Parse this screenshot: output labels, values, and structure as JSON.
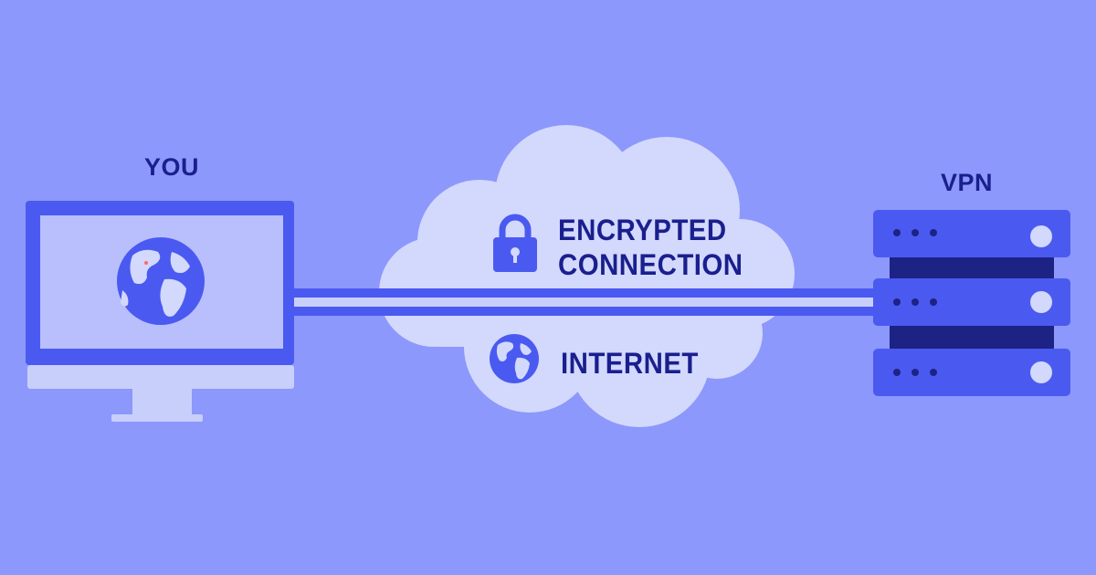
{
  "labels": {
    "you": "YOU",
    "vpn": "VPN",
    "encrypted_line1": "ENCRYPTED",
    "encrypted_line2": "CONNECTION",
    "internet": "INTERNET"
  },
  "icons": {
    "computer": "computer-monitor-icon",
    "globe": "globe-icon",
    "lock": "padlock-icon",
    "server": "server-rack-icon"
  },
  "colors": {
    "background": "#8c98fb",
    "primary": "#4a5af0",
    "cloud": "#d3d8fd",
    "dark_text": "#1a1f8e",
    "server_gap": "#1d2285",
    "light": "#c9cffb"
  }
}
